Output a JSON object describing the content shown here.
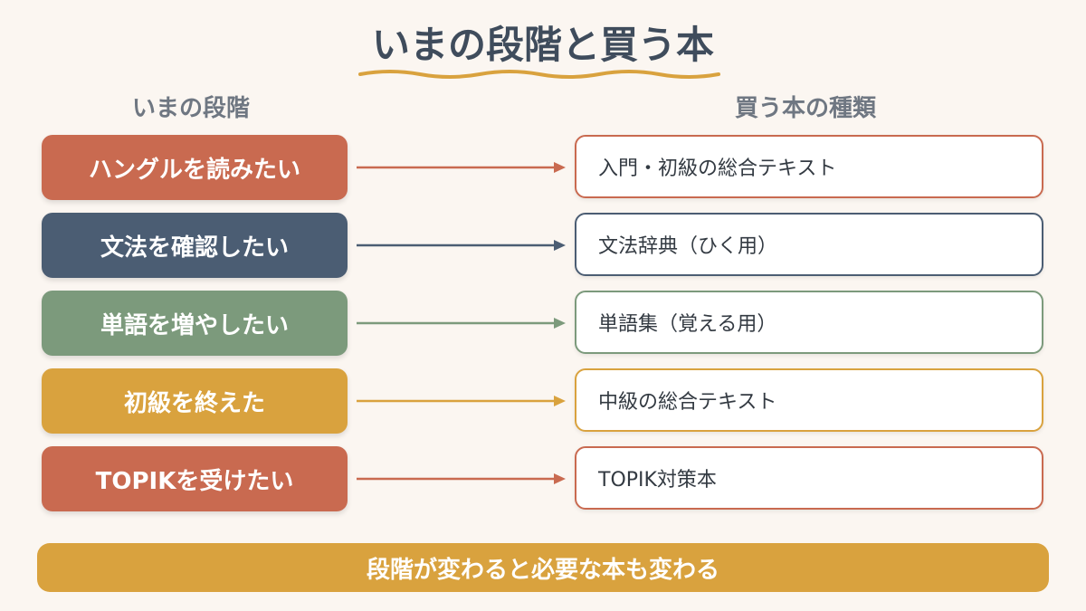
{
  "title": "いまの段階と買う本",
  "headers": {
    "left": "いまの段階",
    "right": "買う本の種類"
  },
  "rows": [
    {
      "stage": "ハングルを読みたい",
      "book": "入門・初級の総合テキスト",
      "color": "#c96a50"
    },
    {
      "stage": "文法を確認したい",
      "book": "文法辞典（ひく用）",
      "color": "#4b5d73"
    },
    {
      "stage": "単語を増やしたい",
      "book": "単語集（覚える用）",
      "color": "#7c9a7c"
    },
    {
      "stage": "初級を終えた",
      "book": "中級の総合テキスト",
      "color": "#d9a23e"
    },
    {
      "stage": "TOPIKを受けたい",
      "book": "TOPIK対策本",
      "color": "#c96a50"
    }
  ],
  "footer": "段階が変わると必要な本も変わる",
  "colors": {
    "background": "#fbf6f1",
    "title": "#3f4c5c",
    "underline": "#d9a23e",
    "header": "#6f7782"
  }
}
